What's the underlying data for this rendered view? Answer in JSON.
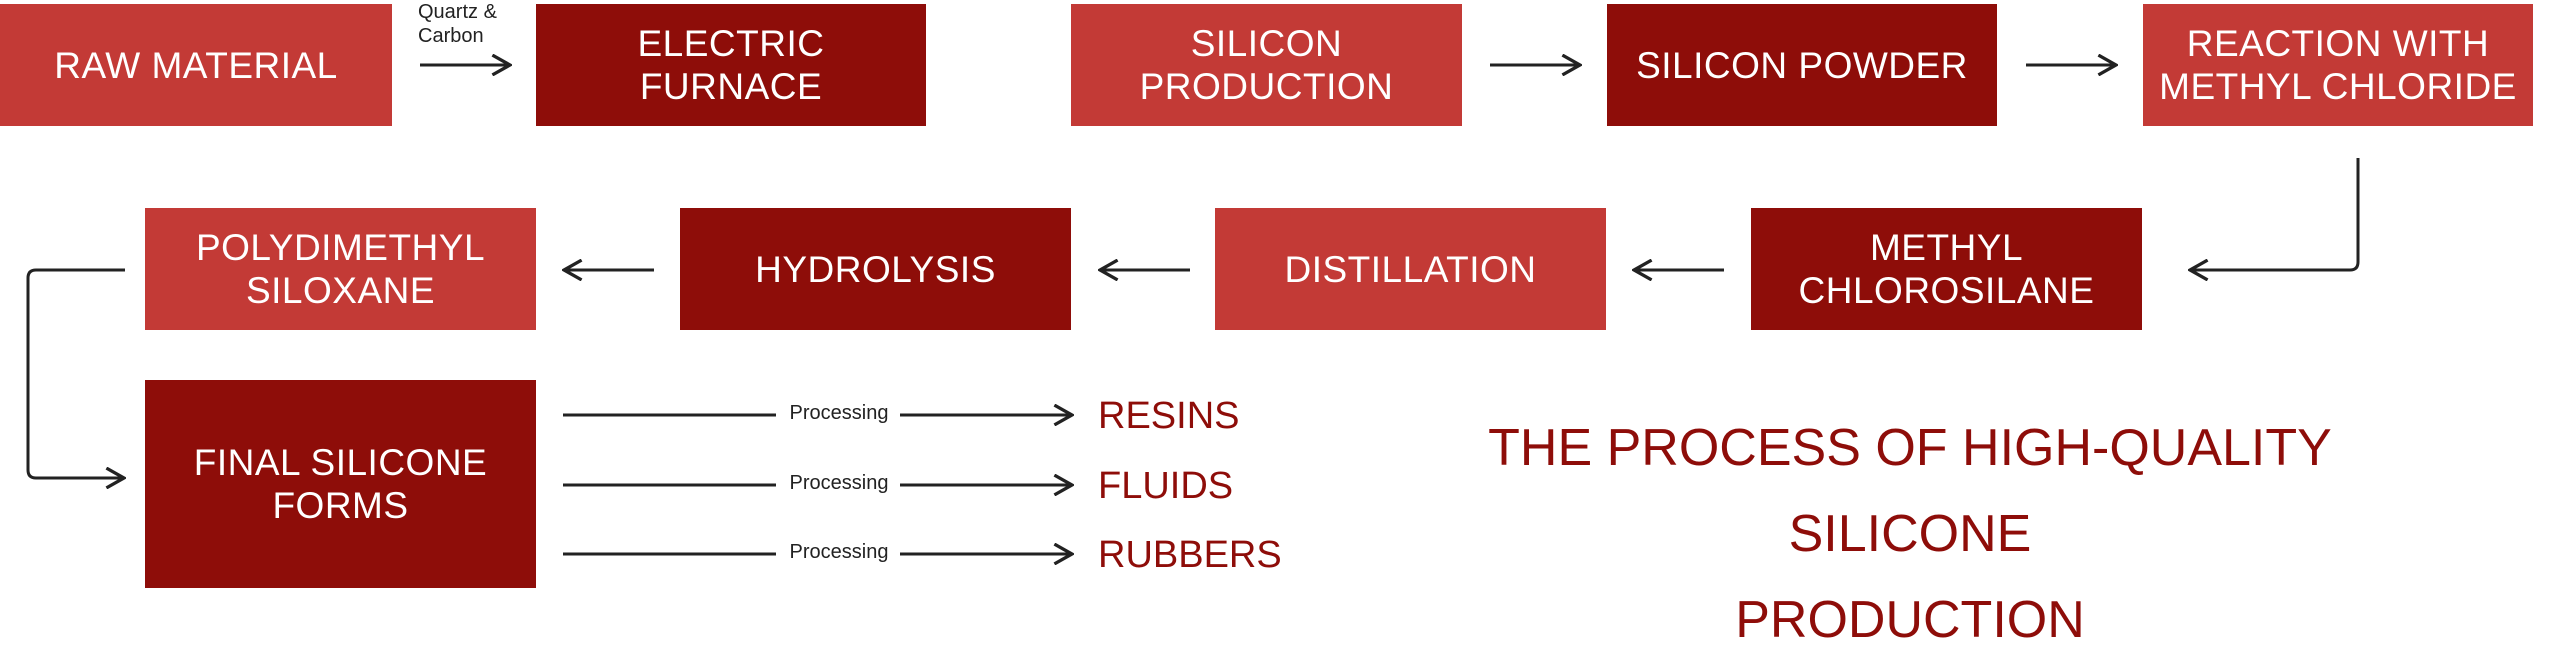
{
  "diagram": {
    "nodes": {
      "raw_material": "RAW MATERIAL",
      "electric_furnace": "ELECTRIC FURNACE",
      "silicon_production": "SILICON\nPRODUCTION",
      "silicon_powder": "SILICON POWDER",
      "reaction": "REACTION WITH\nMETHYL CHLORIDE",
      "methyl_chlorosilane": "METHYL\nCHLOROSILANE",
      "distillation": "DISTILLATION",
      "hydrolysis": "HYDROLYSIS",
      "polydimethyl_siloxane": "POLYDIMETHYL\nSILOXANE",
      "final_forms": "FINAL SILICONE\nFORMS"
    },
    "edge_labels": {
      "quartz_carbon": "Quartz &\nCarbon",
      "processing": [
        "Processing",
        "Processing",
        "Processing"
      ]
    },
    "outputs": [
      "RESINS",
      "FLUIDS",
      "RUBBERS"
    ],
    "title": "THE PROCESS OF HIGH-QUALITY SILICONE\nPRODUCTION"
  },
  "colors": {
    "light_box": "#c33a36",
    "dark_box": "#8e0d09",
    "arrow": "#222222",
    "accent_text": "#8e0d09"
  }
}
